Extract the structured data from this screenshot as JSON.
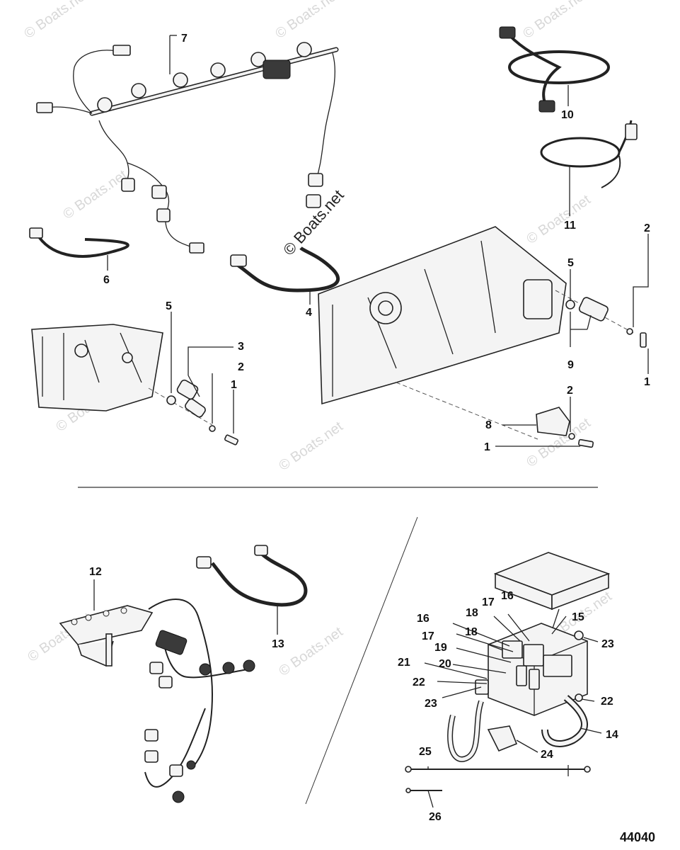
{
  "watermarks": {
    "small": "© Boats.net",
    "large": "© Boats.net"
  },
  "figure_number": "44040",
  "callouts": {
    "c1a": "1",
    "c1b": "1",
    "c1c": "1",
    "c2a": "2",
    "c2b": "2",
    "c2c": "2",
    "c3": "3",
    "c4": "4",
    "c5a": "5",
    "c5b": "5",
    "c6": "6",
    "c7": "7",
    "c8": "8",
    "c9": "9",
    "c10": "10",
    "c11": "11",
    "c12": "12",
    "c13": "13",
    "c14": "14",
    "c15": "15",
    "c16a": "16",
    "c16b": "16",
    "c17a": "17",
    "c17b": "17",
    "c18a": "18",
    "c18b": "18",
    "c19": "19",
    "c20": "20",
    "c21": "21",
    "c22a": "22",
    "c22b": "22",
    "c23a": "23",
    "c23b": "23",
    "c24": "24",
    "c25": "25",
    "c26": "26"
  }
}
